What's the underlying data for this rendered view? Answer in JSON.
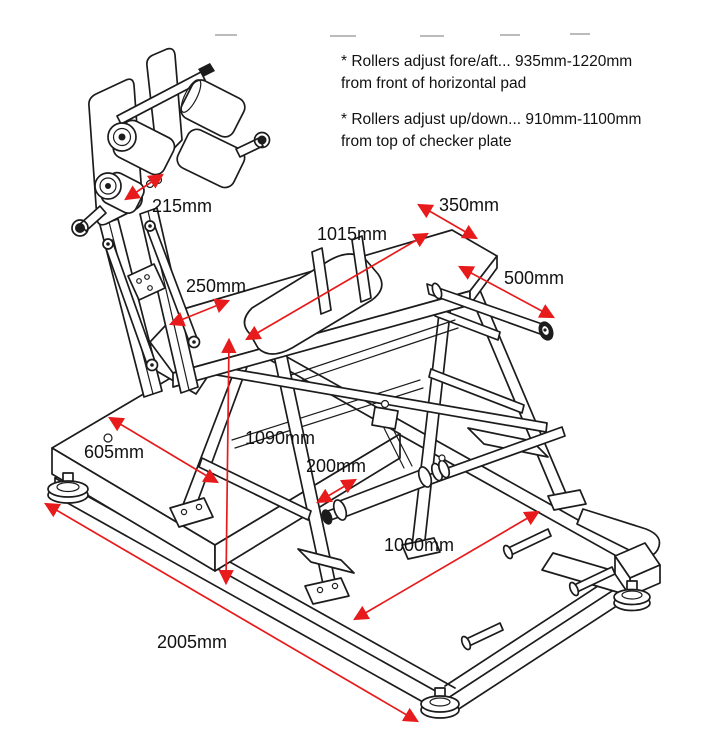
{
  "notes": [
    {
      "line1": "* Rollers adjust fore/aft... 935mm-1220mm",
      "line2": "from front of horizontal pad"
    },
    {
      "line1": "* Rollers adjust up/down... 910mm-1100mm",
      "line2": "from top of checker plate"
    }
  ],
  "dims": {
    "d215": "215mm",
    "d350": "350mm",
    "d1015": "1015mm",
    "d500": "500mm",
    "d250": "250mm",
    "d1090": "1090mm",
    "d200": "200mm",
    "d605": "605mm",
    "d1000": "1000mm",
    "d2005": "2005mm"
  },
  "colors": {
    "dimension_arrow": "#e81b1c",
    "line_art": "#1c1c1c",
    "background": "#ffffff",
    "artifact_gray": "#bbbbbb"
  }
}
